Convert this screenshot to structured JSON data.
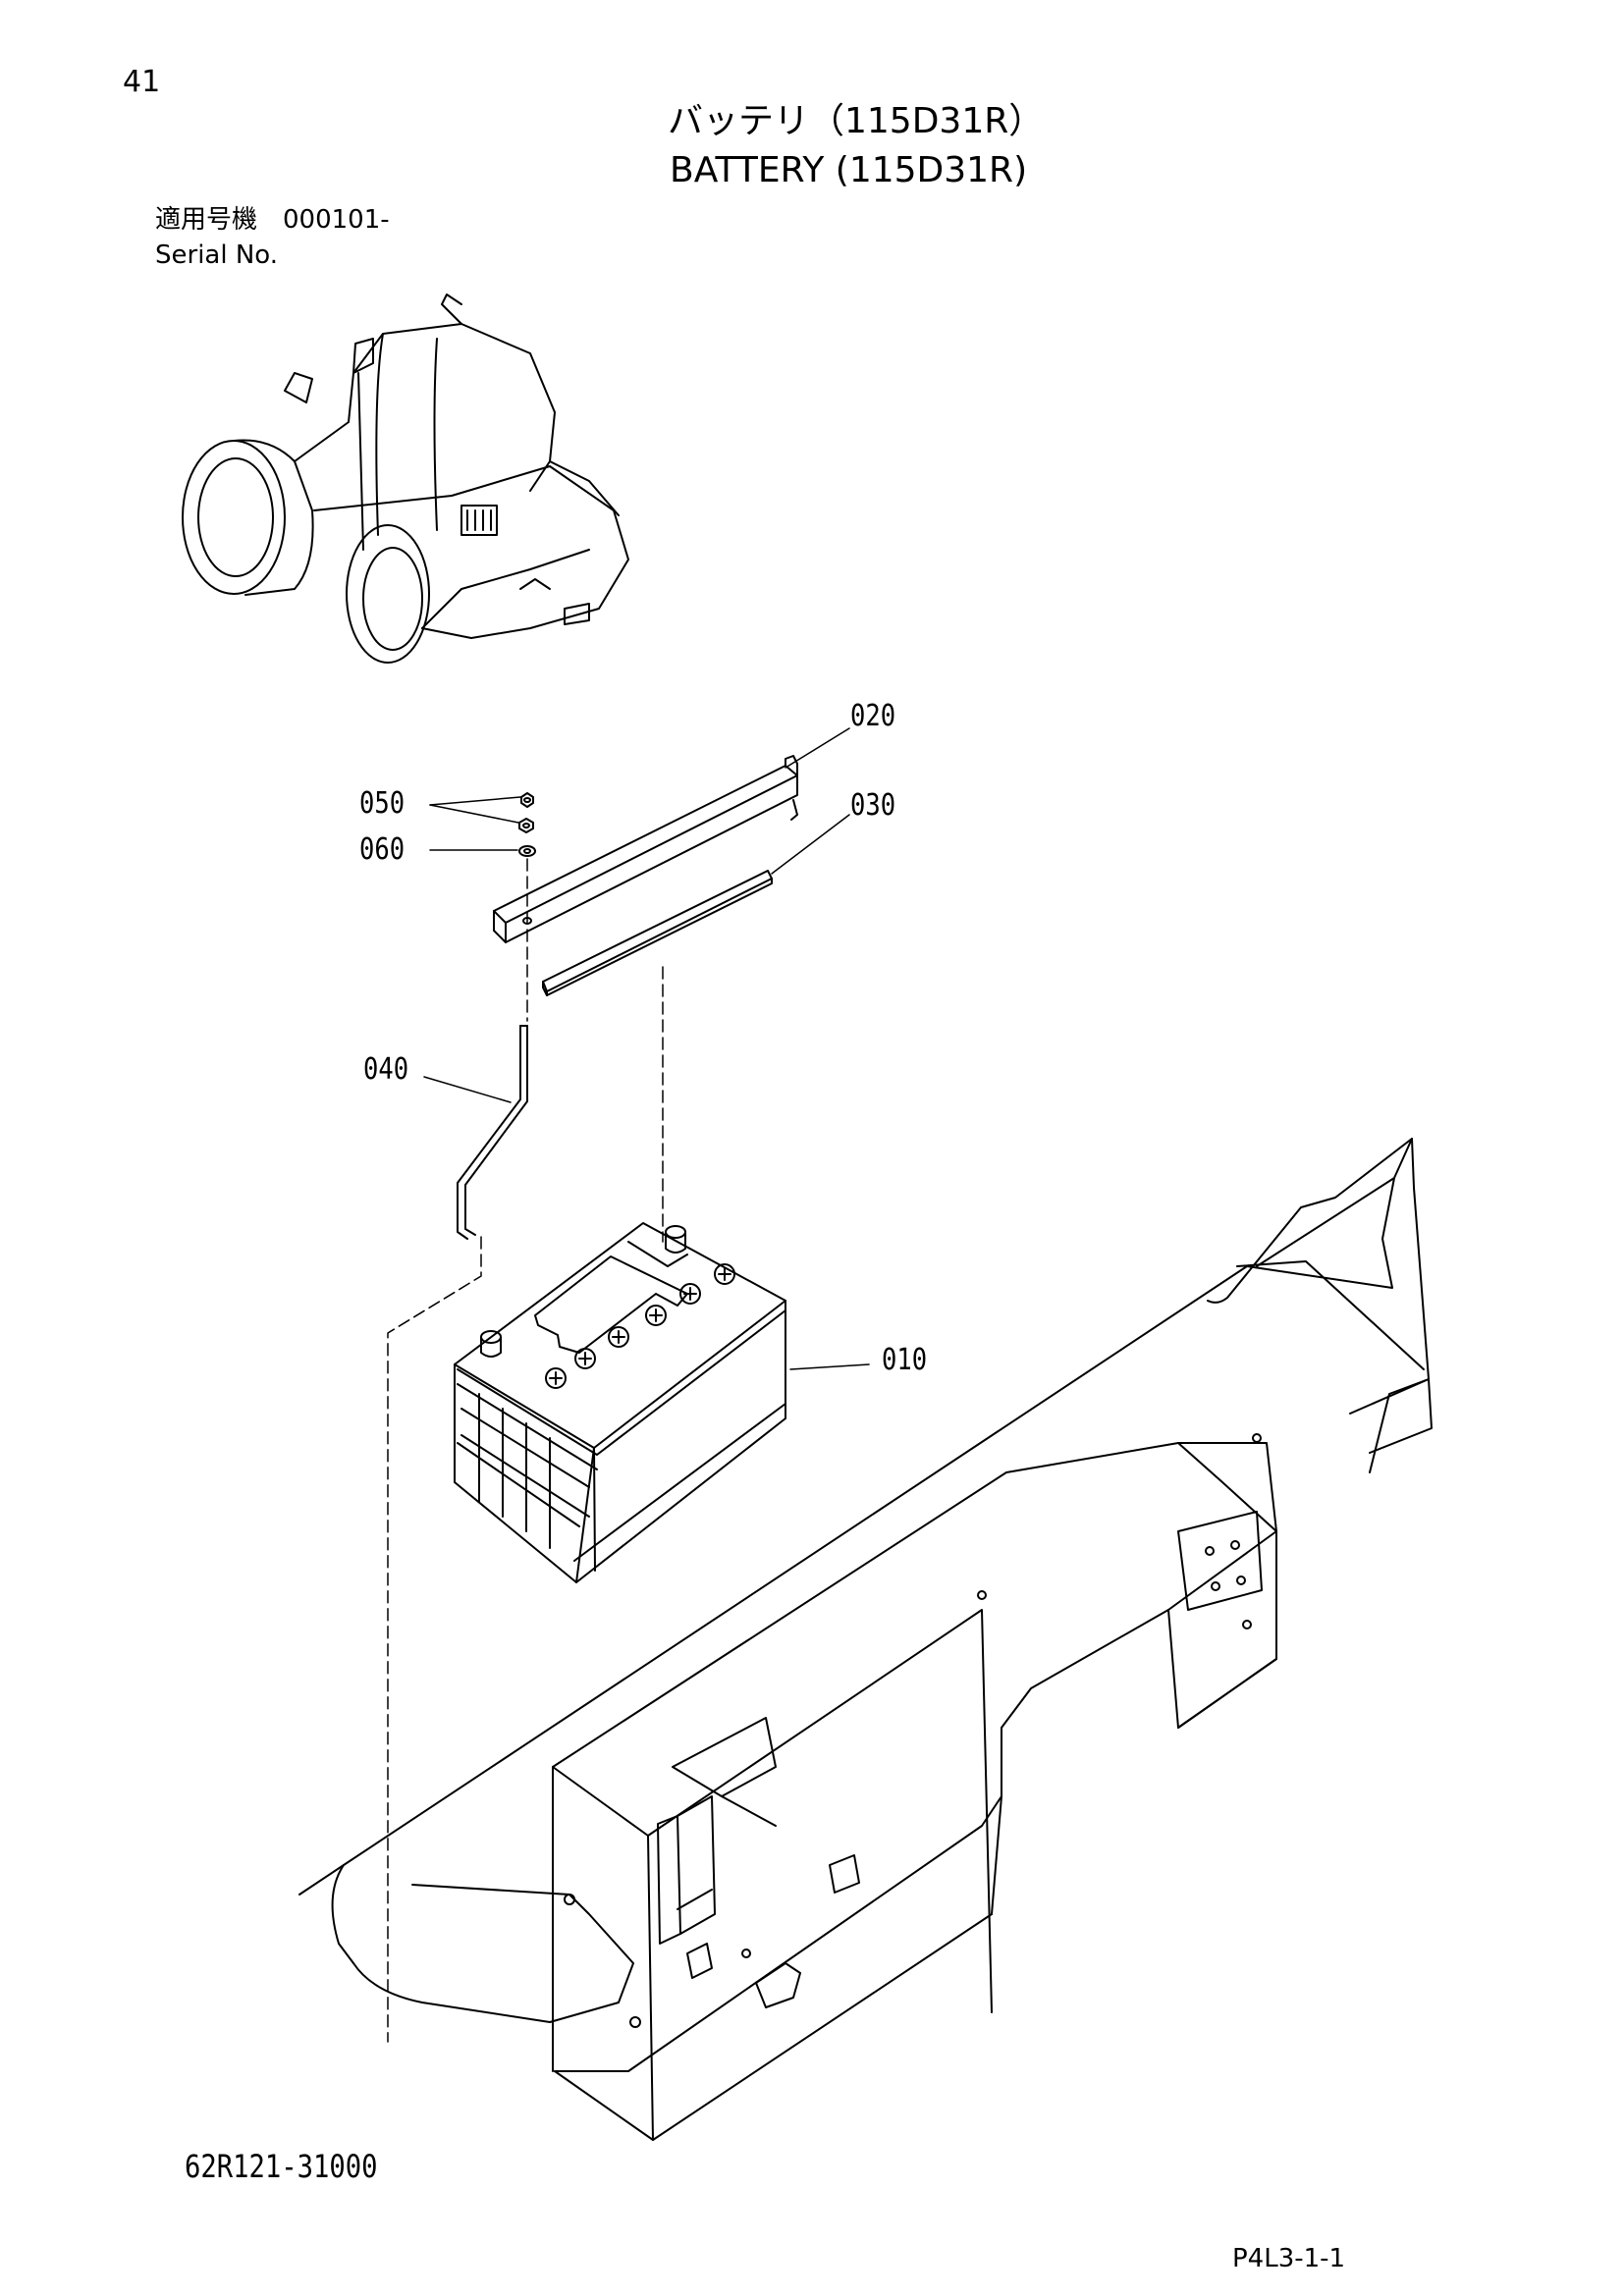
{
  "page_number": "41",
  "title": {
    "japanese": "バッテリ（115D31R）",
    "english": "BATTERY (115D31R)"
  },
  "serial": {
    "label_jp": "適用号機",
    "value": "000101-",
    "label_en": "Serial No."
  },
  "callouts": {
    "c010": "010",
    "c020": "020",
    "c030": "030",
    "c040": "040",
    "c050": "050",
    "c060": "060"
  },
  "document_number": "62R121-31000",
  "page_code": "P4L3-1-1"
}
